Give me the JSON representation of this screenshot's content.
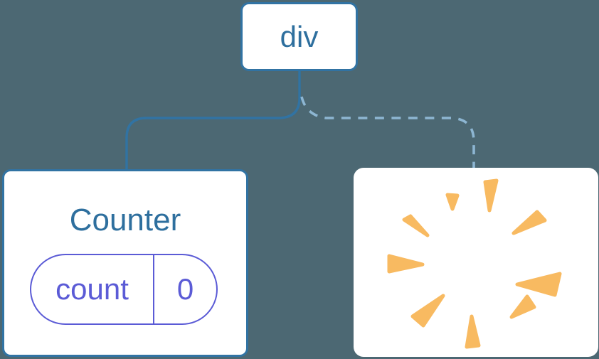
{
  "diagram": {
    "root": {
      "label": "div"
    },
    "counter": {
      "title": "Counter",
      "state_key": "count",
      "state_value": "0"
    },
    "removed": {
      "icon": "poof-burst"
    },
    "edges": [
      {
        "from": "div",
        "to": "Counter",
        "style": "solid"
      },
      {
        "from": "div",
        "to": "removed-component",
        "style": "dashed"
      }
    ]
  },
  "colors": {
    "bg": "#4c6873",
    "node-border": "#3173a3",
    "node-text": "#2e6f9e",
    "dashed-edge": "#8db6d2",
    "pill": "#5b5bd6",
    "poof": "#f8ba61",
    "node-bg": "#ffffff"
  }
}
